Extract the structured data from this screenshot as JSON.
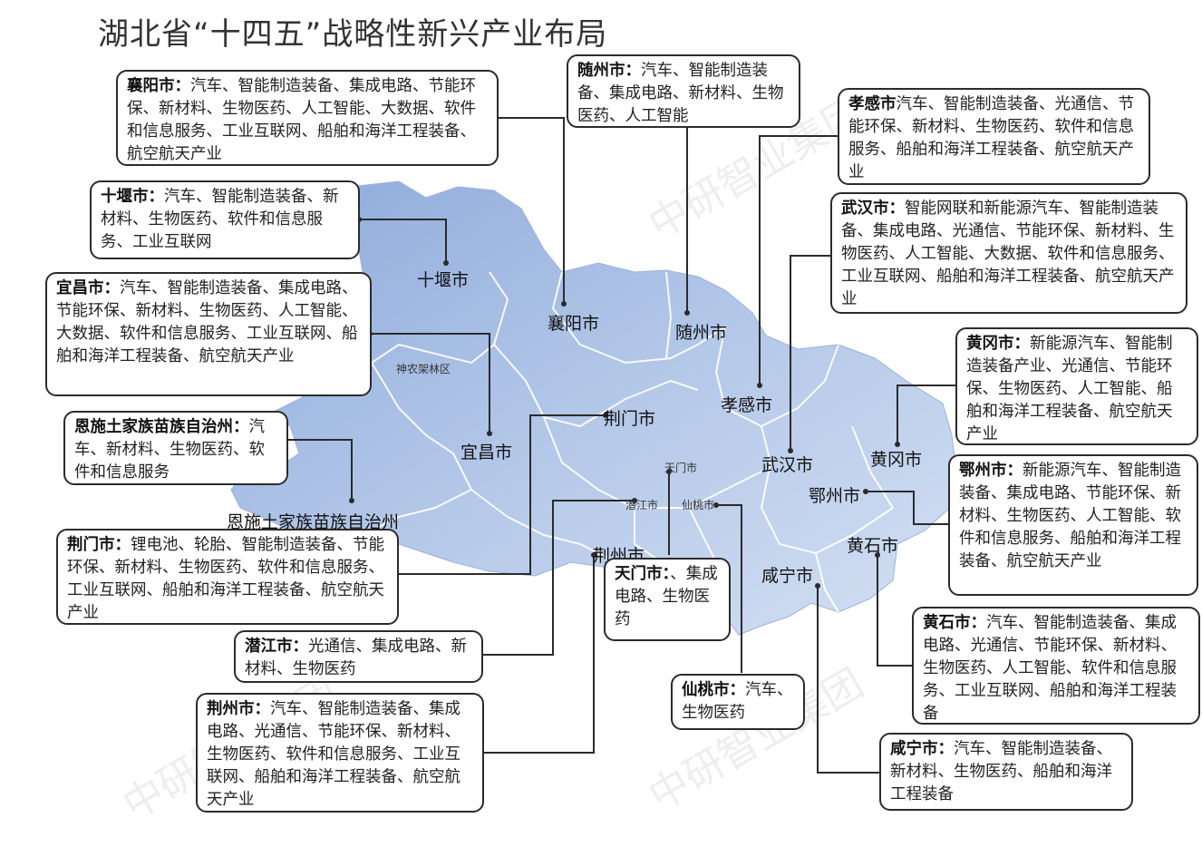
{
  "title": "湖北省“十四五”战略性新兴产业布局",
  "watermark": "中研智业集团",
  "colors": {
    "map_fill": "#a9bfe4",
    "map_light": "#c9d7ef",
    "map_border": "#ffffff",
    "line": "#2b2b2b"
  },
  "map_labels": {
    "shiyan": "十堰市",
    "xiangyang": "襄阳市",
    "suizhou": "随州市",
    "shennongjia": "神农架林区",
    "yichang": "宜昌市",
    "jingmen": "荆门市",
    "xiaogan": "孝感市",
    "wuhan": "武汉市",
    "huanggang": "黄冈市",
    "enshi": "恩施土家族苗族自治州",
    "tianmen": "天门市",
    "qianjiang": "潜江市",
    "xiantao": "仙桃市",
    "ezhou": "鄂州市",
    "jingzhou": "荆州市",
    "huangshi": "黄石市",
    "xianning": "咸宁市"
  },
  "boxes": {
    "xiangyang": {
      "city": "襄阳市：",
      "text": "汽车、智能制造装备、集成电路、节能环保、新材料、生物医药、人工智能、大数据、软件和信息服务、工业互联网、船舶和海洋工程装备、航空航天产业"
    },
    "suizhou": {
      "city": "随州市：",
      "text": "汽车、智能制造装备、集成电路、新材料、生物医药、人工智能"
    },
    "xiaogan": {
      "city": "孝感市",
      "text": "汽车、智能制造装备、光通信、节能环保、新材料、生物医药、软件和信息服务、船舶和海洋工程装备、航空航天产业"
    },
    "shiyan": {
      "city": "十堰市：",
      "text": "汽车、智能制造装备、新材料、生物医药、软件和信息服务、工业互联网"
    },
    "wuhan": {
      "city": "武汉市：",
      "text": "智能网联和新能源汽车、智能制造装备、集成电路、光通信、节能环保、新材料、生物医药、人工智能、大数据、软件和信息服务、工业互联网、船舶和海洋工程装备、航空航天产业"
    },
    "yichang": {
      "city": "宜昌市：",
      "text": "汽车、智能制造装备、集成电路、节能环保、新材料、生物医药、人工智能、大数据、软件和信息服务、工业互联网、船舶和海洋工程装备、航空航天产业"
    },
    "huanggang": {
      "city": "黄冈市：",
      "text": "新能源汽车、智能制造装备产业、光通信、节能环保、生物医药、人工智能、船舶和海洋工程装备、航空航天产业"
    },
    "enshi": {
      "city": "恩施土家族苗族自治州：",
      "text": "汽车、新材料、生物医药、软件和信息服务"
    },
    "ezhou": {
      "city": "鄂州市：",
      "text": "新能源汽车、智能制造装备、集成电路、节能环保、新材料、生物医药、人工智能、软件和信息服务、船舶和海洋工程装备、航空航天产业"
    },
    "jingmen": {
      "city": "荆门市：",
      "text": "锂电池、轮胎、智能制造装备、节能环保、新材料、生物医药、软件和信息服务、工业互联网、船舶和海洋工程装备、航空航天产业"
    },
    "tianmen": {
      "city": "天门市：",
      "text": "、集成电路、生物医药"
    },
    "huangshi": {
      "city": "黄石市：",
      "text": "汽车、智能制造装备、集成电路、光通信、节能环保、新材料、生物医药、人工智能、软件和信息服务、工业互联网、船舶和海洋工程装备"
    },
    "qianjiang": {
      "city": "潜江市：",
      "text": "光通信、集成电路、新材料、生物医药"
    },
    "xiantao": {
      "city": "仙桃市：",
      "text": "汽车、生物医药"
    },
    "jingzhou": {
      "city": "荆州市：",
      "text": "汽车、智能制造装备、集成电路、光通信、节能环保、新材料、生物医药、软件和信息服务、工业互联网、船舶和海洋工程装备、航空航天产业"
    },
    "xianning": {
      "city": "咸宁市：",
      "text": "汽车、智能制造装备、新材料、生物医药、船舶和海洋工程装备"
    }
  }
}
